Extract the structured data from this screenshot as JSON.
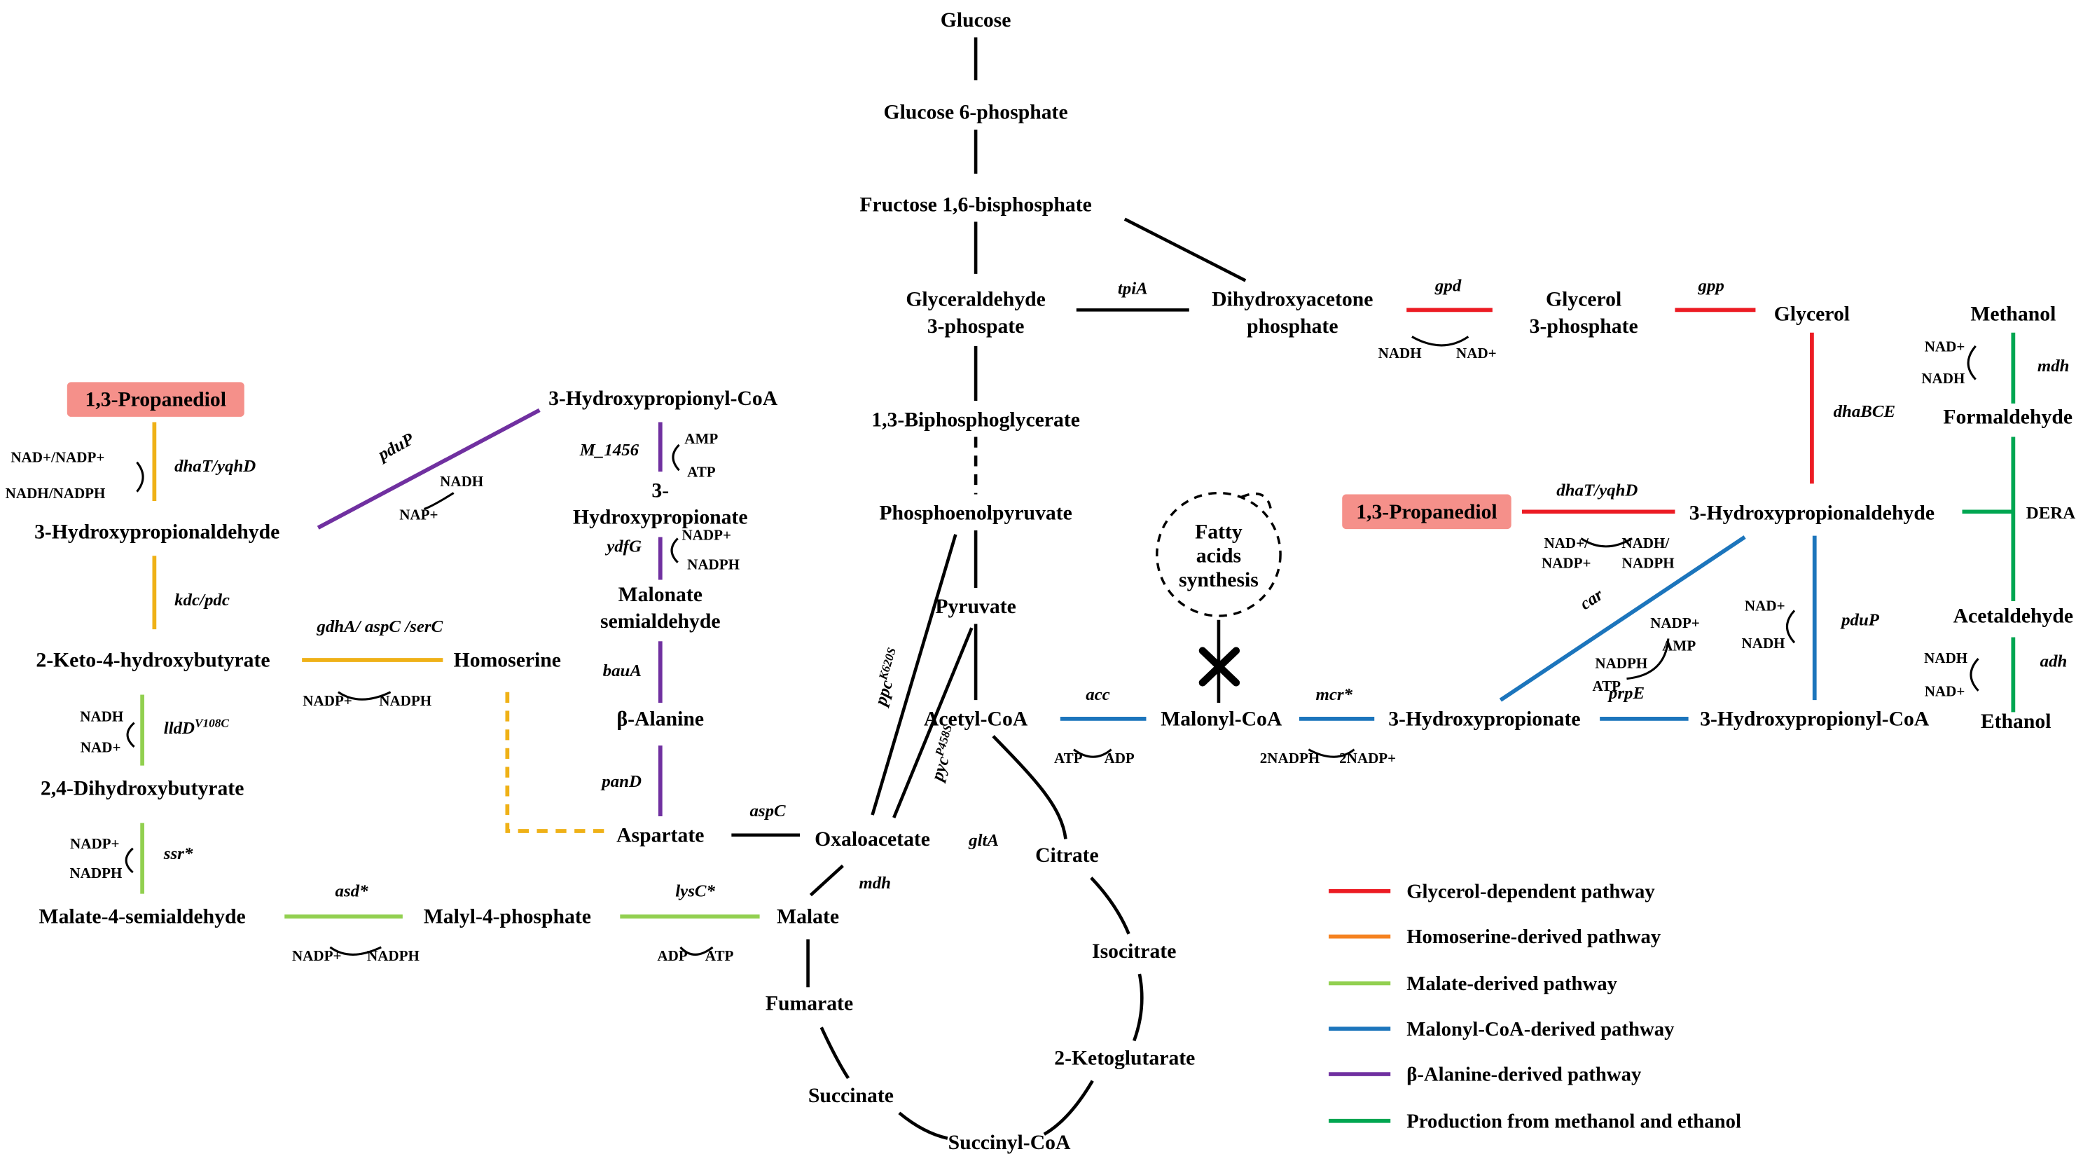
{
  "colors": {
    "glycerol_pathway": "#EC1B23",
    "homoserine_pathway": "#EFB117",
    "legend_orange": "#F58220",
    "malate_pathway": "#92D050",
    "malonyl_pathway": "#1C75BC",
    "beta_alanine_pathway": "#7030A0",
    "methanol_pathway": "#00A651",
    "highlight_box": "#F5908A",
    "black": "#000000"
  },
  "nodes": {
    "glucose": "Glucose",
    "g6p": "Glucose 6-phosphate",
    "f16bp": "Fructose 1,6-bisphosphate",
    "g3p_l1": "Glyceraldehyde",
    "g3p_l2": "3-phospate",
    "dhap_l1": "Dihydroxyacetone",
    "dhap_l2": "phosphate",
    "gly3p_l1": "Glycerol",
    "gly3p_l2": "3-phosphate",
    "glycerol": "Glycerol",
    "bpg": "1,3-Biphosphoglycerate",
    "pep": "Phosphoenolpyruvate",
    "pyruvate": "Pyruvate",
    "acetyl_coa": "Acetyl-CoA",
    "malonyl_coa": "Malonyl-CoA",
    "hp_right": "3-Hydroxypropionate",
    "hpcoa_right": "3-Hydroxypropionyl-CoA",
    "hpa_right": "3-Hydroxypropionaldehyde",
    "pdo": "1,3-Propanediol",
    "methanol": "Methanol",
    "formaldehyde": "Formaldehyde",
    "acetaldehyde": "Acetaldehyde",
    "ethanol": "Ethanol",
    "fatty_l1": "Fatty",
    "fatty_l2": "acids",
    "fatty_l3": "synthesis",
    "hpa_left": "3-Hydroxypropionaldehyde",
    "k4hb": "2-Keto-4-hydroxybutyrate",
    "dhb": "2,4-Dihydroxybutyrate",
    "m4s": "Malate-4-semialdehyde",
    "m4p": "Malyl-4-phosphate",
    "malate": "Malate",
    "homoserine": "Homoserine",
    "aspartate": "Aspartate",
    "beta_alanine": "β-Alanine",
    "msa_l1": "Malonate",
    "msa_l2": "semialdehyde",
    "hp_left_l1": "3-",
    "hp_left_l2": "Hydroxypropionate",
    "hpcoa_left": "3-Hydroxypropionyl-CoA",
    "oaa": "Oxaloacetate",
    "citrate": "Citrate",
    "isocitrate": "Isocitrate",
    "akg": "2-Ketoglutarate",
    "succinyl_coa": "Succinyl-CoA",
    "succinate": "Succinate",
    "fumarate": "Fumarate"
  },
  "genes": {
    "tpiA": "tpiA",
    "gpd": "gpd",
    "gpp": "gpp",
    "dhaBCE": "dhaBCE",
    "dhaT_yqhD": "dhaT/yqhD",
    "mdh": "mdh",
    "DERA": "DERA",
    "adh": "adh",
    "acc": "acc",
    "mcr": "mcr*",
    "prpE": "prpE",
    "car": "car",
    "pduP": "pduP",
    "M_1456": "M_1456",
    "ydfG": "ydfG",
    "bauA": "bauA",
    "panD": "panD",
    "aspC": "aspC",
    "gltA": "gltA",
    "ppc": {
      "base": "ppc",
      "sup": "K620S"
    },
    "pyc": {
      "base": "pyc",
      "sup": "P458S"
    },
    "lldD": {
      "base": "lldD",
      "sup": "V108C"
    },
    "kdc_pdc": "kdc/pdc",
    "gdhA_aspC_serC": "gdhA/ aspC /serC",
    "lysC": "lysC*",
    "asd": "asd*",
    "ssr": "ssr*"
  },
  "cof": {
    "nadh": "NADH",
    "nad": "NAD+",
    "nadph": "NADPH",
    "nadp": "NADP+",
    "atp": "ATP",
    "adp": "ADP",
    "amp": "AMP",
    "nadph2": "2NADPH",
    "nadp2": "2NADP+",
    "nap": "NAP+",
    "nad_slash": "NAD+/",
    "nadh_slash": "NADH/",
    "nad_nadp": "NAD+/NADP+",
    "nadh_nadph": "NADH/NADPH"
  },
  "legend": {
    "items": [
      {
        "label": "Glycerol-dependent pathway",
        "color": "#EC1B23"
      },
      {
        "label": "Homoserine-derived pathway",
        "color": "#F58220"
      },
      {
        "label": "Malate-derived pathway",
        "color": "#92D050"
      },
      {
        "label": "Malonyl-CoA-derived pathway",
        "color": "#1C75BC"
      },
      {
        "label": "β-Alanine-derived pathway",
        "color": "#7030A0"
      },
      {
        "label": "Production from methanol and ethanol",
        "color": "#00A651"
      }
    ]
  }
}
